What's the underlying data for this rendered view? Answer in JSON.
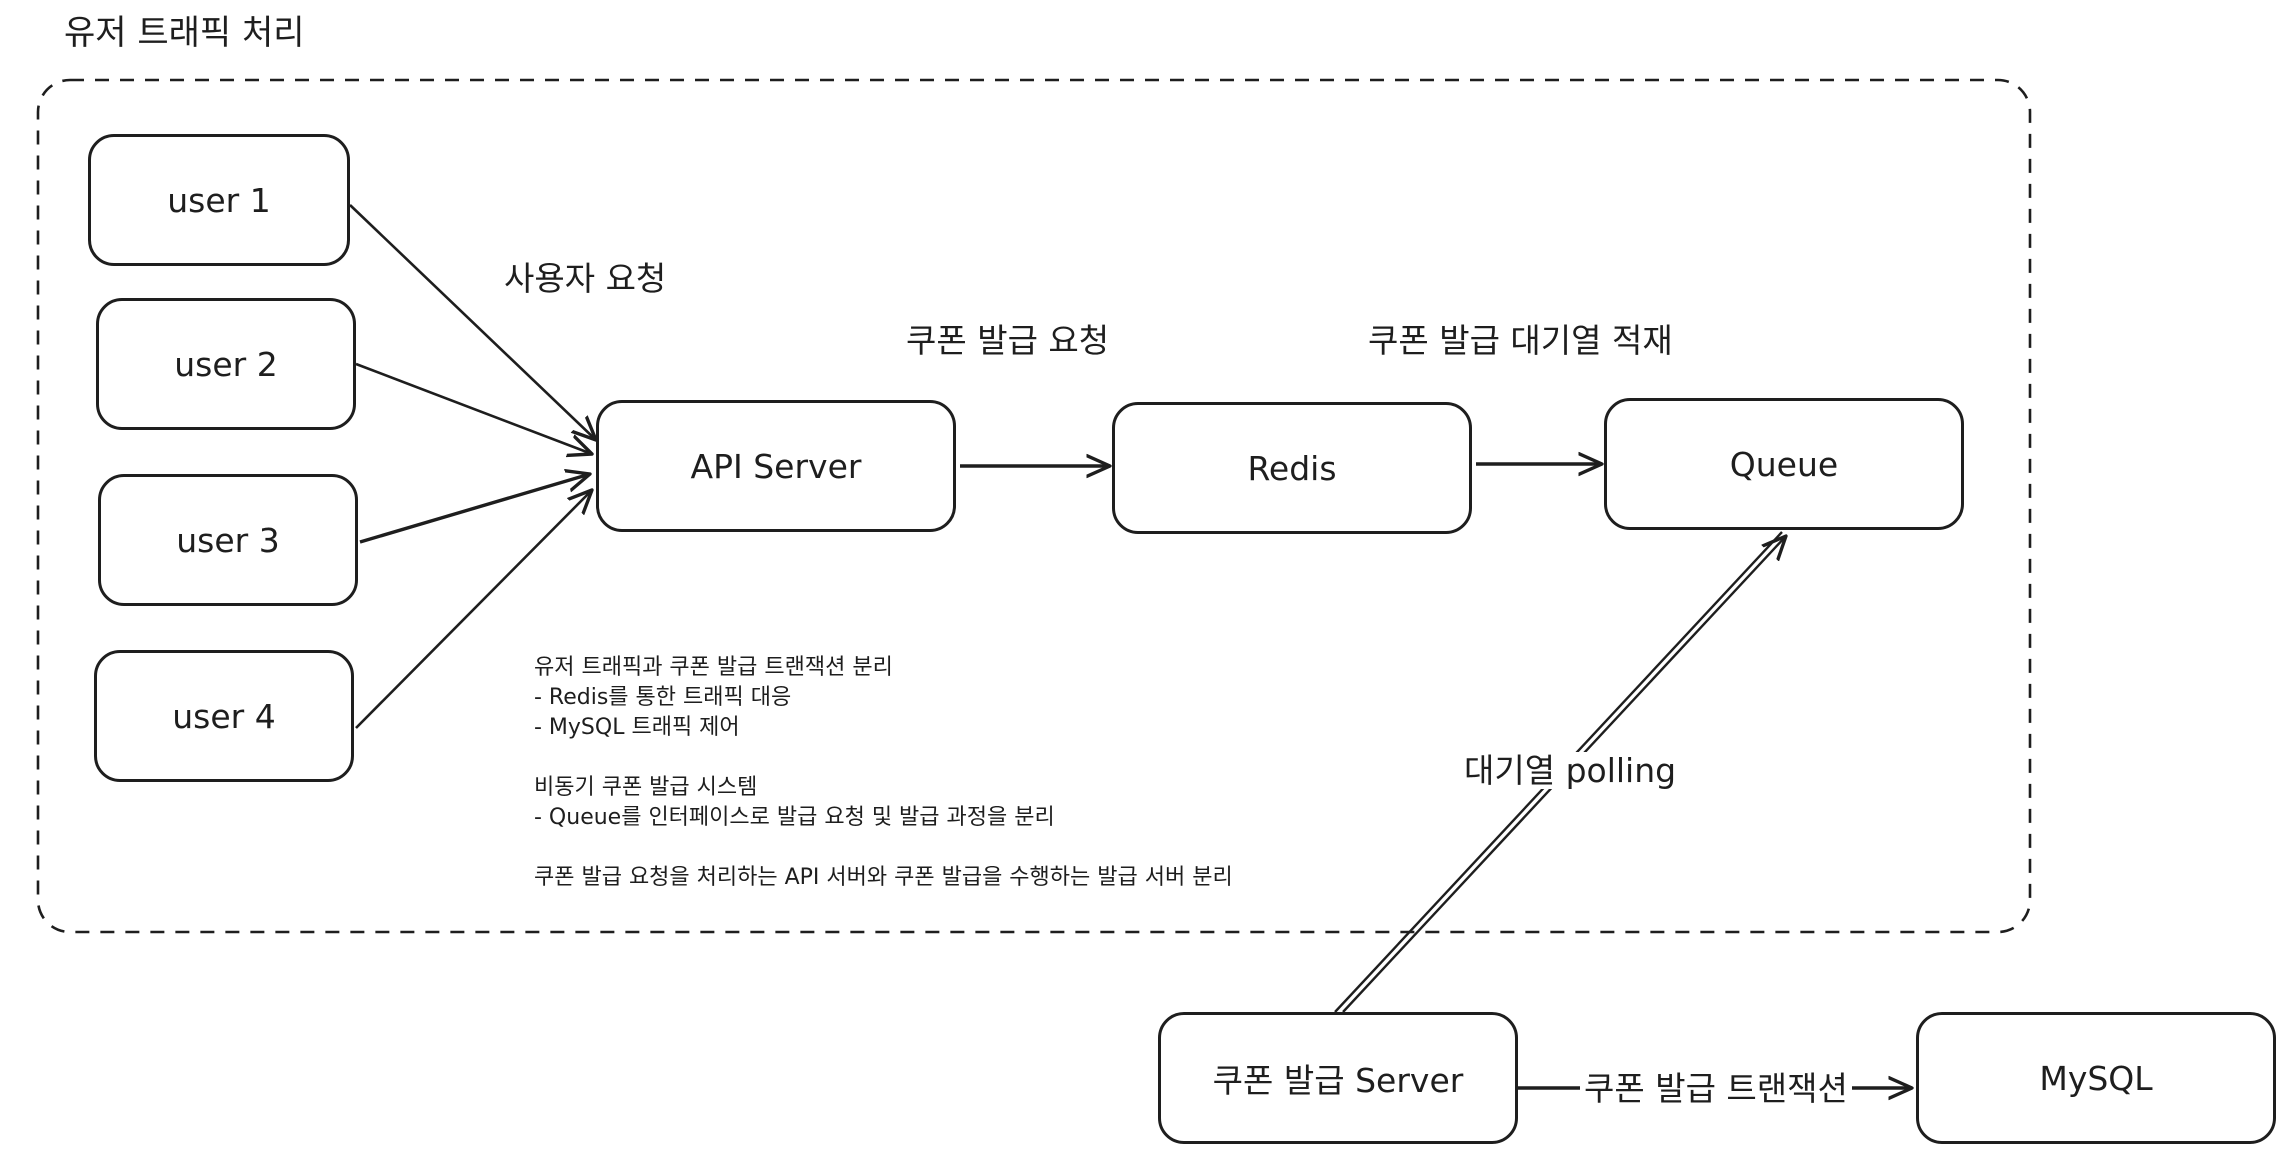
{
  "title": "유저 트래픽 처리",
  "nodes": {
    "user1": "user 1",
    "user2": "user 2",
    "user3": "user 3",
    "user4": "user 4",
    "api_server": "API Server",
    "redis": "Redis",
    "queue": "Queue",
    "coupon_server": "쿠폰 발급 Server",
    "mysql": "MySQL"
  },
  "edge_labels": {
    "user_request": "사용자 요청",
    "coupon_request": "쿠폰 발급 요청",
    "queue_load": "쿠폰 발급 대기열 적재",
    "queue_polling": "대기열 polling",
    "coupon_transaction": "쿠폰 발급 트랜잭션"
  },
  "notes": {
    "line1": "유저 트래픽과 쿠폰 발급 트랜잭션 분리",
    "line2": "- Redis를 통한 트래픽 대응",
    "line3": "- MySQL 트래픽 제어",
    "line4": "비동기 쿠폰 발급 시스템",
    "line5": "- Queue를 인터페이스로 발급 요청 및 발급 과정을 분리",
    "line6": "쿠폰 발급 요청을 처리하는 API 서버와 쿠폰 발급을 수행하는 발급 서버 분리"
  },
  "colors": {
    "stroke": "#1e1e1e",
    "background": "#ffffff"
  }
}
